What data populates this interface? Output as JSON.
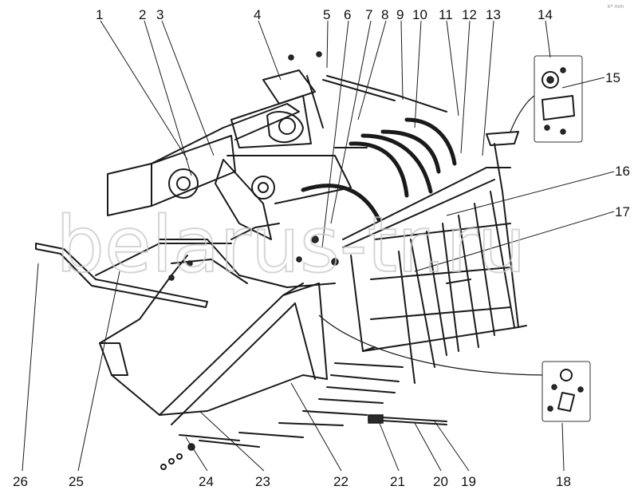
{
  "callouts": [
    {
      "id": "1",
      "label": "1"
    },
    {
      "id": "2",
      "label": "2"
    },
    {
      "id": "3",
      "label": "3"
    },
    {
      "id": "4",
      "label": "4"
    },
    {
      "id": "5",
      "label": "5"
    },
    {
      "id": "6",
      "label": "6"
    },
    {
      "id": "7",
      "label": "7"
    },
    {
      "id": "8",
      "label": "8"
    },
    {
      "id": "9",
      "label": "9"
    },
    {
      "id": "10",
      "label": "10"
    },
    {
      "id": "11",
      "label": "11"
    },
    {
      "id": "12",
      "label": "12"
    },
    {
      "id": "13",
      "label": "13"
    },
    {
      "id": "14",
      "label": "14"
    },
    {
      "id": "15",
      "label": "15"
    },
    {
      "id": "16",
      "label": "16"
    },
    {
      "id": "17",
      "label": "17"
    },
    {
      "id": "18",
      "label": "18"
    },
    {
      "id": "19",
      "label": "19"
    },
    {
      "id": "20",
      "label": "20"
    },
    {
      "id": "21",
      "label": "21"
    },
    {
      "id": "22",
      "label": "22"
    },
    {
      "id": "23",
      "label": "23"
    },
    {
      "id": "24",
      "label": "24"
    },
    {
      "id": "25",
      "label": "25"
    },
    {
      "id": "26",
      "label": "26"
    }
  ],
  "watermark": "belarus-tr.ru",
  "corner_mark": "k* mm",
  "colors": {
    "line": "#1a1a1a",
    "background": "#ffffff",
    "watermark": "#c8c8c8"
  }
}
